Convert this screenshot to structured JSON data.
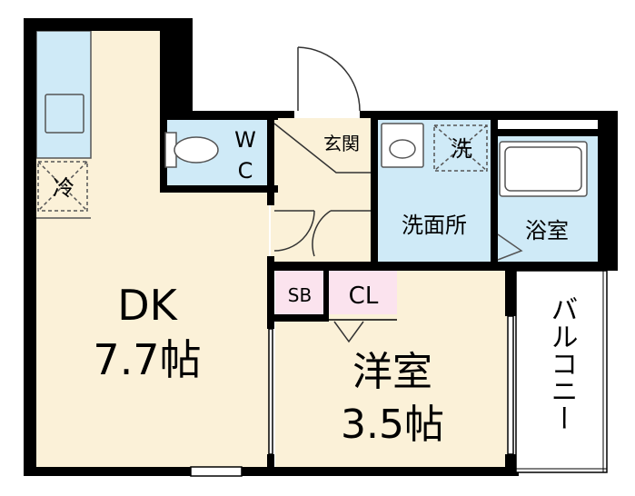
{
  "rooms": {
    "dk": {
      "name": "DK",
      "size": "7.7帖"
    },
    "western": {
      "name": "洋室",
      "size": "3.5帖"
    },
    "wc": {
      "line1": "W",
      "line2": "C"
    },
    "entrance": {
      "name": "玄関"
    },
    "washroom": {
      "name": "洗面所"
    },
    "bath": {
      "name": "浴室"
    },
    "balcony": {
      "name": "バルコニー"
    },
    "sb": {
      "name": "SB"
    },
    "cl": {
      "name": "CL"
    }
  },
  "fixtures": {
    "fridge_label": "冷",
    "washer_label": "洗"
  },
  "colors": {
    "wall": "#000000",
    "floor_wood": "#fbf1d8",
    "floor_wet": "#cfeaf7",
    "storage": "#fbe3ee",
    "balcony": "#ffffff"
  }
}
